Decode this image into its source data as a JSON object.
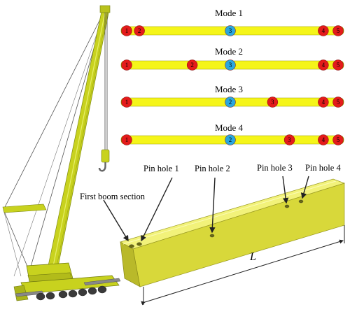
{
  "modes": [
    {
      "title": "Mode 1",
      "nodes": [
        {
          "label": "1",
          "pos": 0.0,
          "color": "#e41b1b"
        },
        {
          "label": "2",
          "pos": 0.06,
          "color": "#e41b1b"
        },
        {
          "label": "3",
          "pos": 0.49,
          "color": "#2aa7de"
        },
        {
          "label": "4",
          "pos": 0.93,
          "color": "#e41b1b"
        },
        {
          "label": "5",
          "pos": 1.0,
          "color": "#e41b1b"
        }
      ]
    },
    {
      "title": "Mode 2",
      "nodes": [
        {
          "label": "1",
          "pos": 0.0,
          "color": "#e41b1b"
        },
        {
          "label": "2",
          "pos": 0.31,
          "color": "#e41b1b"
        },
        {
          "label": "3",
          "pos": 0.49,
          "color": "#2aa7de"
        },
        {
          "label": "4",
          "pos": 0.93,
          "color": "#e41b1b"
        },
        {
          "label": "5",
          "pos": 1.0,
          "color": "#e41b1b"
        }
      ]
    },
    {
      "title": "Mode 3",
      "nodes": [
        {
          "label": "1",
          "pos": 0.0,
          "color": "#e41b1b"
        },
        {
          "label": "2",
          "pos": 0.49,
          "color": "#2aa7de"
        },
        {
          "label": "3",
          "pos": 0.69,
          "color": "#e41b1b"
        },
        {
          "label": "4",
          "pos": 0.93,
          "color": "#e41b1b"
        },
        {
          "label": "5",
          "pos": 1.0,
          "color": "#e41b1b"
        }
      ]
    },
    {
      "title": "Mode 4",
      "nodes": [
        {
          "label": "1",
          "pos": 0.0,
          "color": "#e41b1b"
        },
        {
          "label": "2",
          "pos": 0.49,
          "color": "#2aa7de"
        },
        {
          "label": "3",
          "pos": 0.77,
          "color": "#e41b1b"
        },
        {
          "label": "4",
          "pos": 0.93,
          "color": "#e41b1b"
        },
        {
          "label": "5",
          "pos": 1.0,
          "color": "#e41b1b"
        }
      ]
    }
  ],
  "labels": {
    "pin_hole_1": "Pin hole 1",
    "pin_hole_2": "Pin hole 2",
    "pin_hole_3": "Pin hole 3",
    "pin_hole_4": "Pin hole 4",
    "first_boom_section": "First boom section",
    "length": "L"
  },
  "colors": {
    "beam": "#f5f519",
    "beam_edge": "#9a9a00",
    "crane": "#c8d21e",
    "crane_dark": "#7e8a10",
    "boom_box_top": "#f2f27a",
    "boom_box_side": "#d8d83a",
    "boom_box_end": "#b9b92a"
  }
}
